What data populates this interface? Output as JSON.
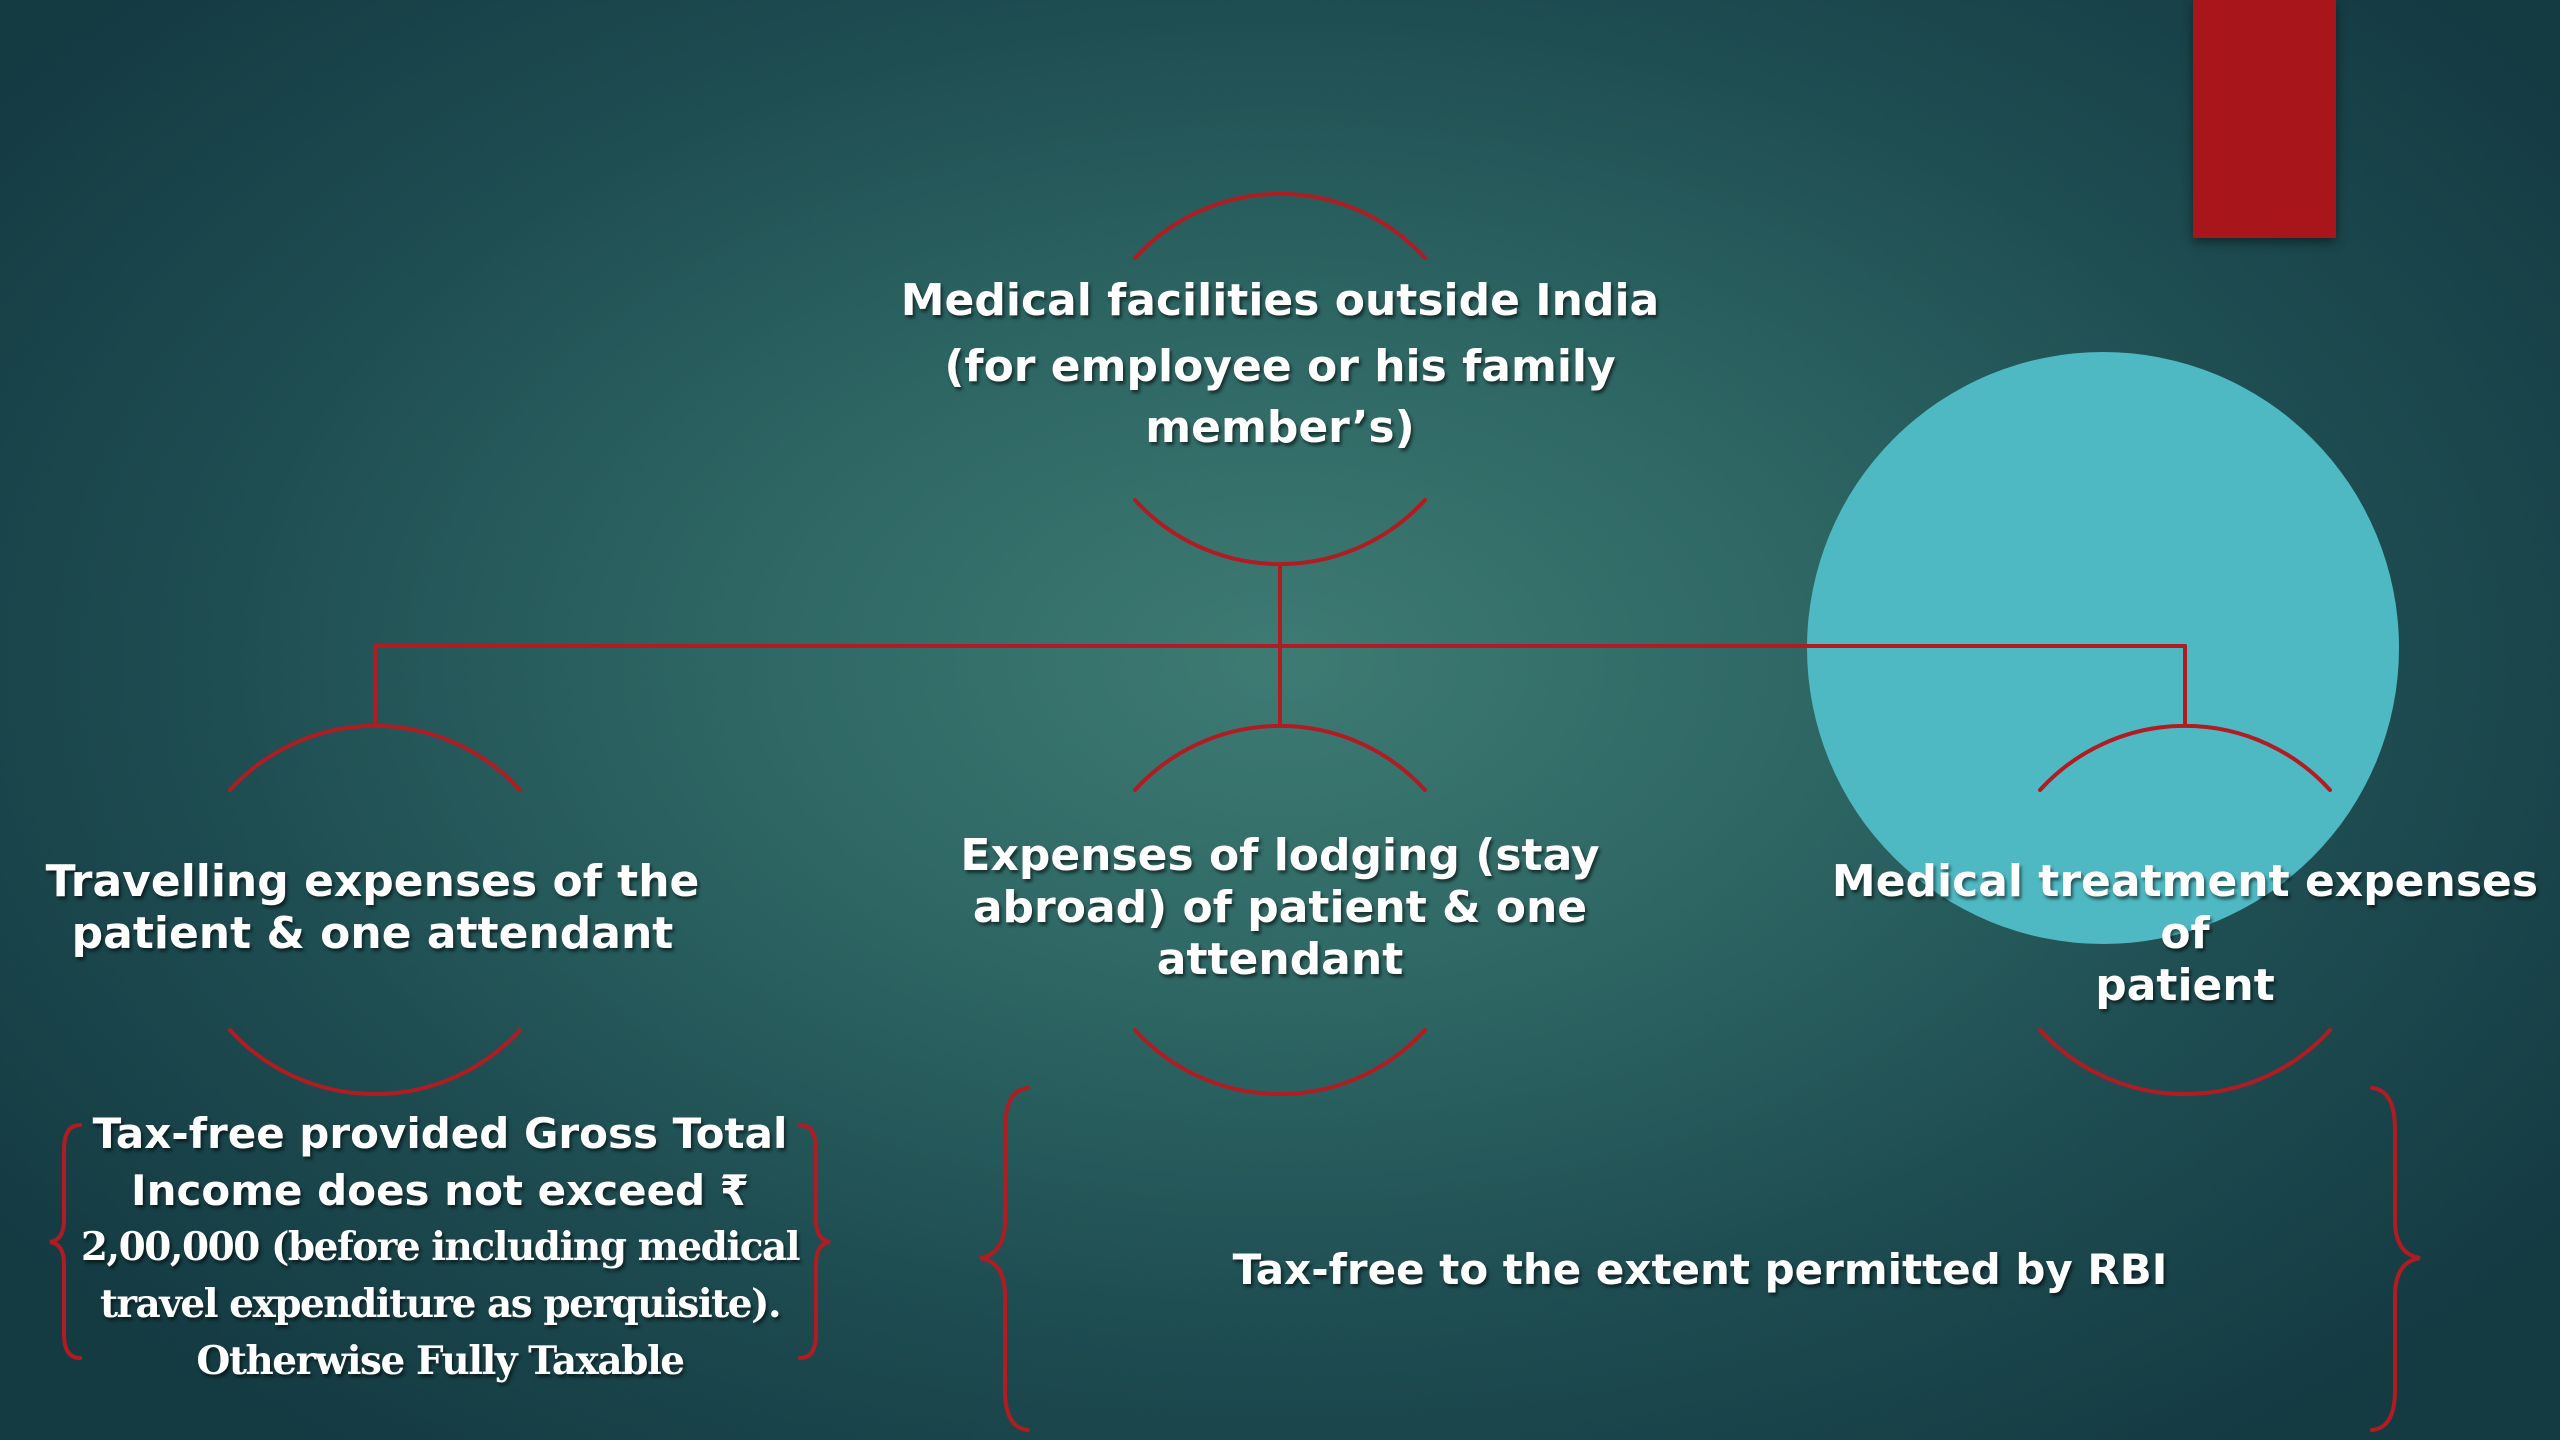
{
  "diagram": {
    "root": {
      "lines": [
        "Medical facilities outside India",
        "(for employee or his family",
        "member’s)"
      ]
    },
    "children": [
      {
        "lines": [
          "Travelling expenses of the",
          "patient & one attendant"
        ]
      },
      {
        "lines": [
          "Expenses of lodging (stay",
          "abroad) of patient & one",
          "attendant"
        ]
      },
      {
        "lines": [
          "Medical treatment expenses of",
          "patient"
        ]
      }
    ],
    "notes": {
      "travel": {
        "bold_lines": [
          "Tax-free provided Gross Total",
          "Income does not exceed ₹"
        ],
        "serif_lines": [
          "2,00,000 (before including medical",
          "travel expenditure as perquisite).",
          "Otherwise Fully Taxable"
        ]
      },
      "rbi": "Tax-free to the extent permitted by RBI"
    },
    "colors": {
      "connector": "#b01c22",
      "accent_rect": "#a8151a",
      "decorative_circle": "#4fb9c3",
      "background": "#2c6462"
    }
  }
}
